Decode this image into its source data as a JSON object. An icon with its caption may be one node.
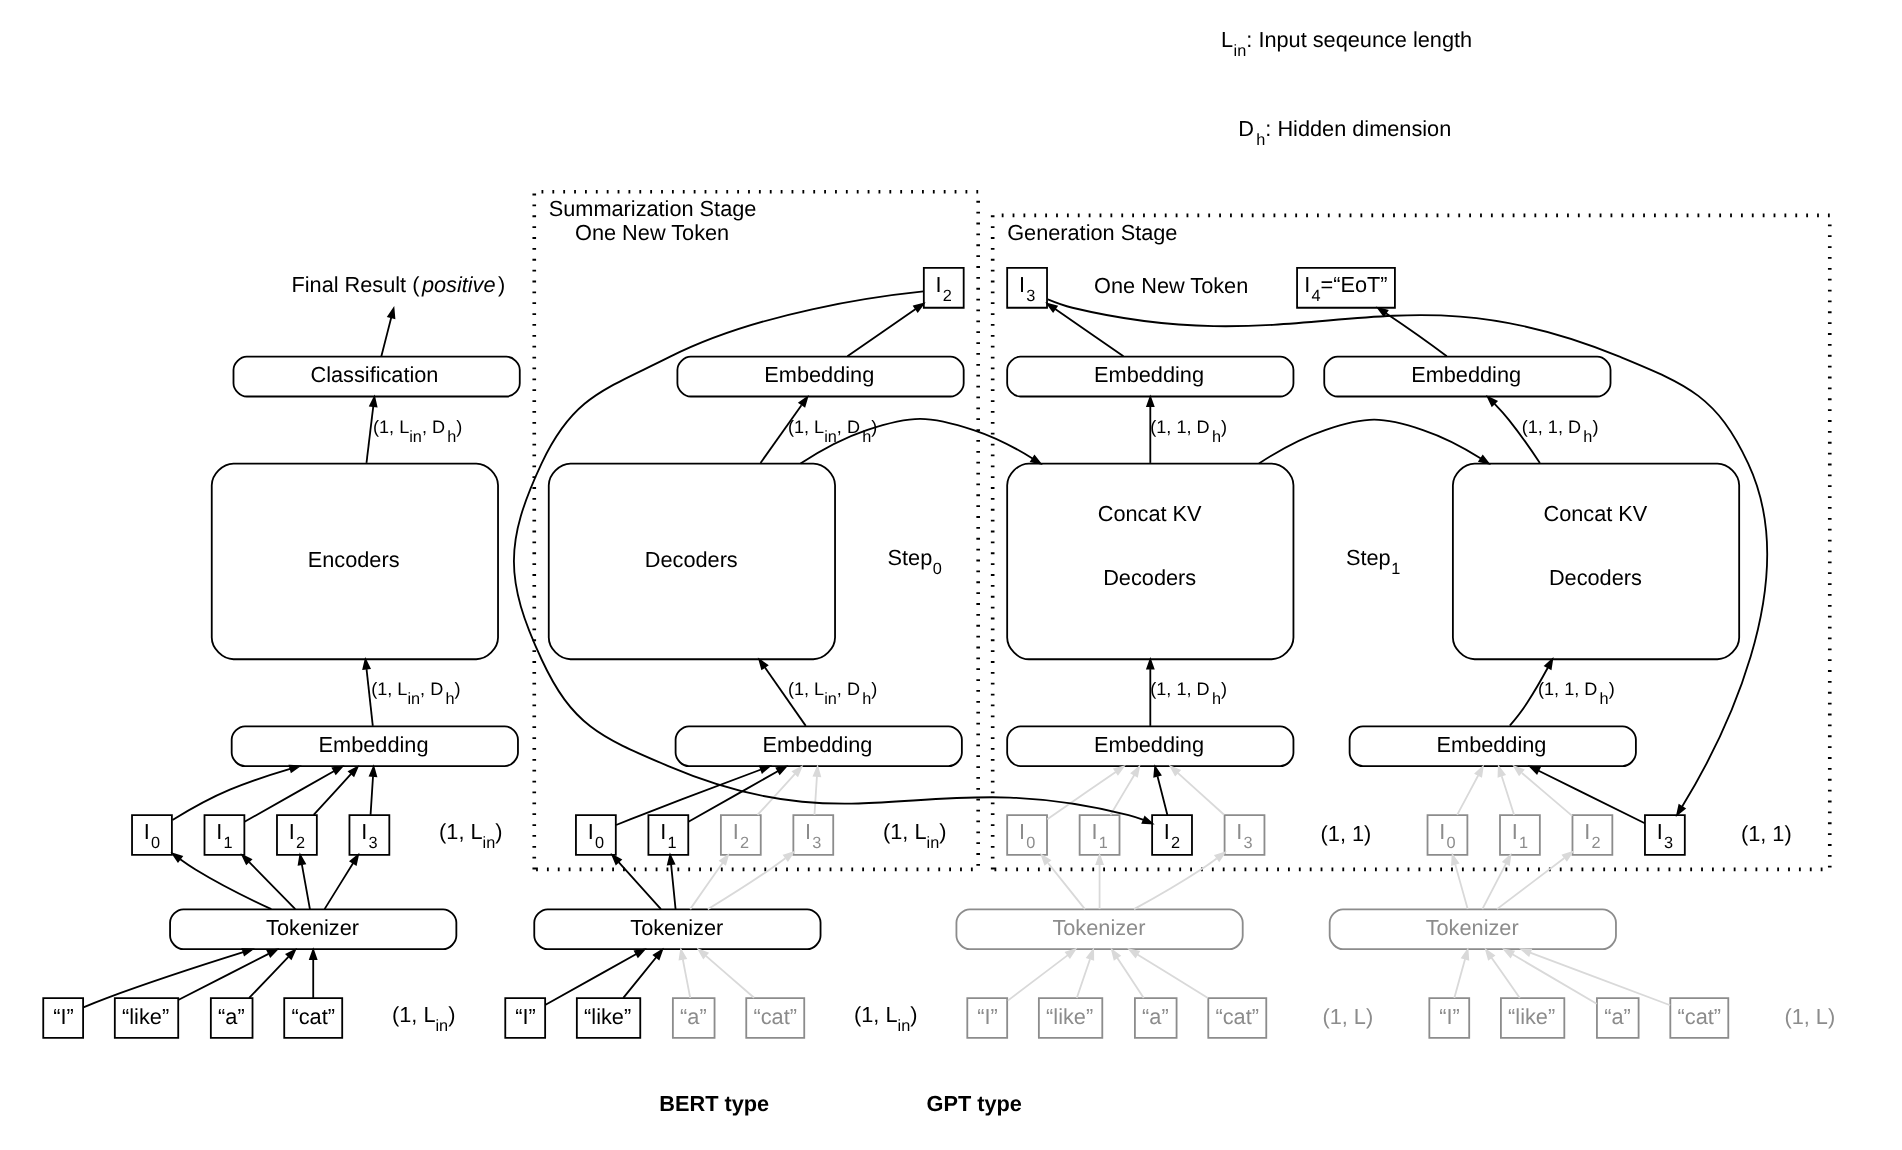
{
  "diagram": {
    "nodes": [
      {
        "text": [
          "Summarization Stage",
          "One New Token"
        ]
      },
      {
        "text": [
          "I$_{2}$"
        ],
        "in": 0
      },
      {
        "text": [
          "Generation Stage"
        ]
      },
      {
        "text": [
          "I$_{3}$"
        ],
        "in": 2
      },
      {
        "text": [
          "I$_{4}$=“EoT”"
        ],
        "in": 2
      },
      {
        "text": [
          "Final Result (*positive*)"
        ]
      },
      {
        "text": [
          "Classification"
        ]
      },
      {
        "text": [
          "Encoders"
        ]
      },
      {
        "text": [
          "Embedding"
        ]
      },
      {
        "text": [
          "I$_{0}$"
        ]
      },
      {
        "text": [
          "I$_{1}$"
        ]
      },
      {
        "text": [
          "I$_{2}$"
        ]
      },
      {
        "text": [
          "I$_{3}$"
        ]
      },
      {
        "text": [
          "Tokenizer"
        ]
      },
      {
        "text": [
          "“I”"
        ]
      },
      {
        "text": [
          "“like”"
        ]
      },
      {
        "text": [
          "“a”"
        ]
      },
      {
        "text": [
          "“cat”"
        ]
      },
      {
        "text": [
          "Embedding"
        ],
        "in": 0
      },
      {
        "text": [
          "Decoders"
        ],
        "in": 0
      },
      {
        "text": [
          "Embedding"
        ],
        "in": 0
      },
      {
        "text": [
          "I$_{0}$"
        ],
        "in": 0
      },
      {
        "text": [
          "I$_{1}$"
        ],
        "in": 0
      },
      {
        "text": [
          "I$_{2}$"
        ],
        "in": 0
      },
      {
        "text": [
          "I$_{3}$"
        ],
        "in": 0
      },
      {
        "text": [
          "Tokenizer"
        ]
      },
      {
        "text": [
          "“I”"
        ]
      },
      {
        "text": [
          "“like”"
        ]
      },
      {
        "text": [
          "“a”"
        ]
      },
      {
        "text": [
          "“cat”"
        ]
      },
      {
        "text": [
          "Embedding"
        ],
        "in": 2
      },
      {
        "text": [
          "Concat KV",
          "Decoders"
        ],
        "in": 2
      },
      {
        "text": [
          "Embedding"
        ],
        "in": 2
      },
      {
        "text": [
          "I$_{0}$"
        ],
        "in": 2
      },
      {
        "text": [
          "I$_{1}$"
        ],
        "in": 2
      },
      {
        "text": [
          "I$_{2}$"
        ],
        "in": 2
      },
      {
        "text": [
          "I$_{3}$"
        ],
        "in": 2
      },
      {
        "text": [
          "Tokenizer"
        ]
      },
      {
        "text": [
          "“I”"
        ]
      },
      {
        "text": [
          "“like”"
        ]
      },
      {
        "text": [
          "“a”"
        ]
      },
      {
        "text": [
          "“cat”"
        ]
      },
      {
        "text": [
          "Embedding"
        ],
        "in": 2
      },
      {
        "text": [
          "Concat KV",
          "Decoders"
        ],
        "in": 2
      },
      {
        "text": [
          "Embedding"
        ],
        "in": 2
      },
      {
        "text": [
          "I$_{0}$"
        ],
        "in": 2
      },
      {
        "text": [
          "I$_{1}$"
        ],
        "in": 2
      },
      {
        "text": [
          "I$_{2}$"
        ],
        "in": 2
      },
      {
        "text": [
          "I$_{3}$"
        ],
        "in": 2
      },
      {
        "text": [
          "Tokenizer"
        ]
      },
      {
        "text": [
          "“I”"
        ]
      },
      {
        "text": [
          "“like”"
        ]
      },
      {
        "text": [
          "“a”"
        ]
      },
      {
        "text": [
          "“cat”"
        ]
      }
    ],
    "edges": [
      {
        "from": 14,
        "to": 13,
        "arrow": "to"
      },
      {
        "from": 15,
        "to": 13,
        "arrow": "to"
      },
      {
        "from": 16,
        "to": 13,
        "arrow": "to"
      },
      {
        "from": 17,
        "to": 13,
        "arrow": "to"
      },
      {
        "from": 13,
        "to": 9,
        "arrow": "to"
      },
      {
        "from": 13,
        "to": 10,
        "arrow": "to"
      },
      {
        "from": 13,
        "to": 11,
        "arrow": "to"
      },
      {
        "from": 13,
        "to": 12,
        "arrow": "to"
      },
      {
        "from": 9,
        "to": 8,
        "arrow": "to"
      },
      {
        "from": 10,
        "to": 8,
        "arrow": "to"
      },
      {
        "from": 11,
        "to": 8,
        "arrow": "to"
      },
      {
        "from": 12,
        "to": 8,
        "arrow": "to"
      },
      {
        "from": 7,
        "to": 6,
        "arrow": "to",
        "label": "(1, L$_{in}$, D$_{h}$)"
      },
      {
        "from": 8,
        "to": 7,
        "arrow": "to",
        "label": "(1, L$_{in}$, D$_{h}$)"
      },
      {
        "from": 6,
        "to": 5,
        "arrow": "to"
      },
      {
        "from": 26,
        "to": 25,
        "arrow": "to"
      },
      {
        "from": 27,
        "to": 25,
        "arrow": "to"
      },
      {
        "from": 28,
        "to": 25,
        "arrow": "to",
        "color": "#d9d9d9"
      },
      {
        "from": 29,
        "to": 25,
        "arrow": "to",
        "color": "#d9d9d9"
      },
      {
        "from": 25,
        "to": 21,
        "arrow": "to"
      },
      {
        "from": 25,
        "to": 22,
        "arrow": "to"
      },
      {
        "from": 25,
        "to": 23,
        "arrow": "to",
        "color": "#d9d9d9"
      },
      {
        "from": 25,
        "to": 24,
        "arrow": "to",
        "color": "#d9d9d9"
      },
      {
        "from": 21,
        "to": 20,
        "arrow": "to"
      },
      {
        "from": 22,
        "to": 20,
        "arrow": "to"
      },
      {
        "from": 23,
        "to": 20,
        "arrow": "to",
        "color": "#d9d9d9"
      },
      {
        "from": 24,
        "to": 20,
        "arrow": "to",
        "color": "#d9d9d9"
      },
      {
        "from": 19,
        "to": 18,
        "arrow": "to",
        "label": "(1, L$_{in}$, D$_{h}$)"
      },
      {
        "from": 20,
        "to": 19,
        "arrow": "to",
        "label": "(1, L$_{in}$, D$_{h}$)"
      },
      {
        "from": 18,
        "to": 1,
        "arrow": "to"
      },
      {
        "from": 1,
        "to": 35,
        "arrow": "to"
      },
      {
        "from": 19,
        "to": 31,
        "arrow": "to"
      },
      {
        "from": 38,
        "to": 37,
        "arrow": "to",
        "color": "#d9d9d9"
      },
      {
        "from": 39,
        "to": 37,
        "arrow": "to",
        "color": "#d9d9d9"
      },
      {
        "from": 40,
        "to": 37,
        "arrow": "to",
        "color": "#d9d9d9"
      },
      {
        "from": 41,
        "to": 37,
        "arrow": "to",
        "color": "#d9d9d9"
      },
      {
        "from": 37,
        "to": 33,
        "arrow": "to",
        "color": "#d9d9d9"
      },
      {
        "from": 37,
        "to": 34,
        "arrow": "to",
        "color": "#d9d9d9"
      },
      {
        "from": 37,
        "to": 36,
        "arrow": "to",
        "color": "#d9d9d9"
      },
      {
        "from": 33,
        "to": 32,
        "arrow": "to",
        "color": "#d9d9d9"
      },
      {
        "from": 34,
        "to": 32,
        "arrow": "to",
        "color": "#d9d9d9"
      },
      {
        "from": 35,
        "to": 32,
        "arrow": "to"
      },
      {
        "from": 36,
        "to": 32,
        "arrow": "to",
        "color": "#d9d9d9"
      },
      {
        "from": 31,
        "to": 30,
        "arrow": "to",
        "label": "(1, 1, D$_{h}$)"
      },
      {
        "from": 32,
        "to": 31,
        "arrow": "to",
        "label": "(1, 1, D$_{h}$)"
      },
      {
        "from": 30,
        "to": 3,
        "arrow": "to"
      },
      {
        "from": 3,
        "to": 48,
        "arrow": "to"
      },
      {
        "from": 31,
        "to": 43,
        "arrow": "to"
      },
      {
        "from": 50,
        "to": 49,
        "arrow": "to",
        "color": "#d9d9d9"
      },
      {
        "from": 51,
        "to": 49,
        "arrow": "to",
        "color": "#d9d9d9"
      },
      {
        "from": 52,
        "to": 49,
        "arrow": "to",
        "color": "#d9d9d9"
      },
      {
        "from": 53,
        "to": 49,
        "arrow": "to",
        "color": "#d9d9d9"
      },
      {
        "from": 49,
        "to": 45,
        "arrow": "to",
        "color": "#d9d9d9"
      },
      {
        "from": 49,
        "to": 46,
        "arrow": "to",
        "color": "#d9d9d9"
      },
      {
        "from": 49,
        "to": 47,
        "arrow": "to",
        "color": "#d9d9d9"
      },
      {
        "from": 45,
        "to": 44,
        "arrow": "to",
        "color": "#d9d9d9"
      },
      {
        "from": 46,
        "to": 44,
        "arrow": "to",
        "color": "#d9d9d9"
      },
      {
        "from": 47,
        "to": 44,
        "arrow": "to",
        "color": "#d9d9d9"
      },
      {
        "from": 48,
        "to": 44,
        "arrow": "to"
      },
      {
        "from": 43,
        "to": 42,
        "arrow": "to",
        "label": "(1, 1, D$_{h}$)"
      },
      {
        "from": 44,
        "to": 43,
        "arrow": "to",
        "label": "(1, 1, D$_{h}$)"
      },
      {
        "from": 42,
        "to": 4,
        "arrow": "to"
      }
    ],
    "labels": [
      "L$_{in}$: Input seqeunce length",
      "D$_{h}$: Hidden dimension",
      "One New Token",
      "Step$_{0}$",
      "Step$_{1}$",
      "(1, L$_{in}$)",
      "(1, L$_{in}$)",
      "(1, L$_{in}$)",
      "(1, L$_{in}$)",
      "(1, 1)",
      "(1, L)",
      "(1, 1)",
      "(1, L)",
      "BERT type",
      "GPT type"
    ]
  }
}
